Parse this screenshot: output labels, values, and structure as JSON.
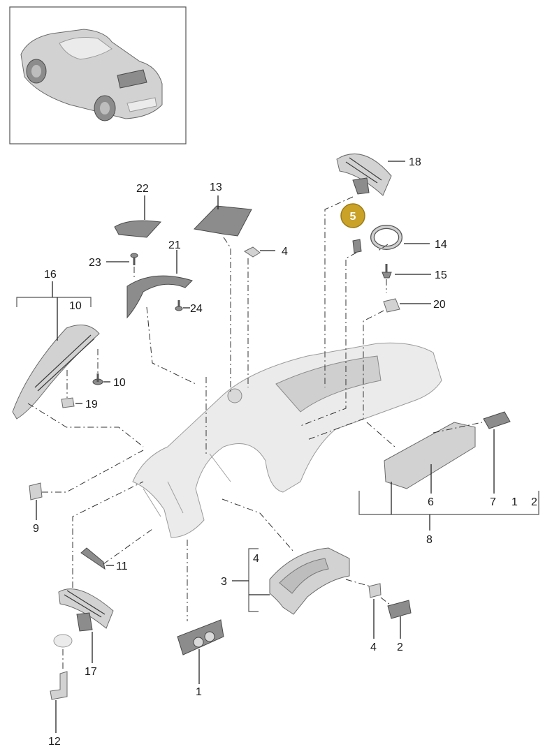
{
  "callouts": {
    "c1": "1",
    "c2": "2",
    "c3": "3",
    "c4a": "4",
    "c4b": "4",
    "c4c": "4",
    "c5": "5",
    "c6": "6",
    "c7": "7",
    "c8": "8",
    "c8_sub1": "1",
    "c8_sub2": "2",
    "c9": "9",
    "c10a": "10",
    "c10b": "10",
    "c11": "11",
    "c12": "12",
    "c13": "13",
    "c14": "14",
    "c15": "15",
    "c16": "16",
    "c17": "17",
    "c18": "18",
    "c19": "19",
    "c20": "20",
    "c21": "21",
    "c22": "22",
    "c23": "23",
    "c24": "24"
  },
  "highlight": {
    "callout": "5",
    "color": "#c9a227"
  },
  "colors": {
    "part": "#d2d2d2",
    "part_dark": "#8c8c8c",
    "line": "#222222"
  }
}
